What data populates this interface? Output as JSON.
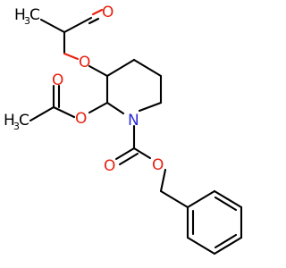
{
  "molecule": {
    "atoms": {
      "o_ring3": "O",
      "o_carbonyl_top": "O",
      "o_ring2": "O",
      "o_carbonyl_left": "O",
      "n_ring": "N",
      "o_carbamate_carbonyl": "O",
      "o_carbamate_ester": "O"
    },
    "methyls": {
      "left": {
        "main": "H",
        "sub": "3",
        "tail": "C"
      },
      "top": {
        "main": "H",
        "sub": "3",
        "tail": "C"
      }
    },
    "colors": {
      "oxygen": "#e8200f",
      "nitrogen": "#2b2bd6",
      "carbon": "#000000"
    }
  }
}
